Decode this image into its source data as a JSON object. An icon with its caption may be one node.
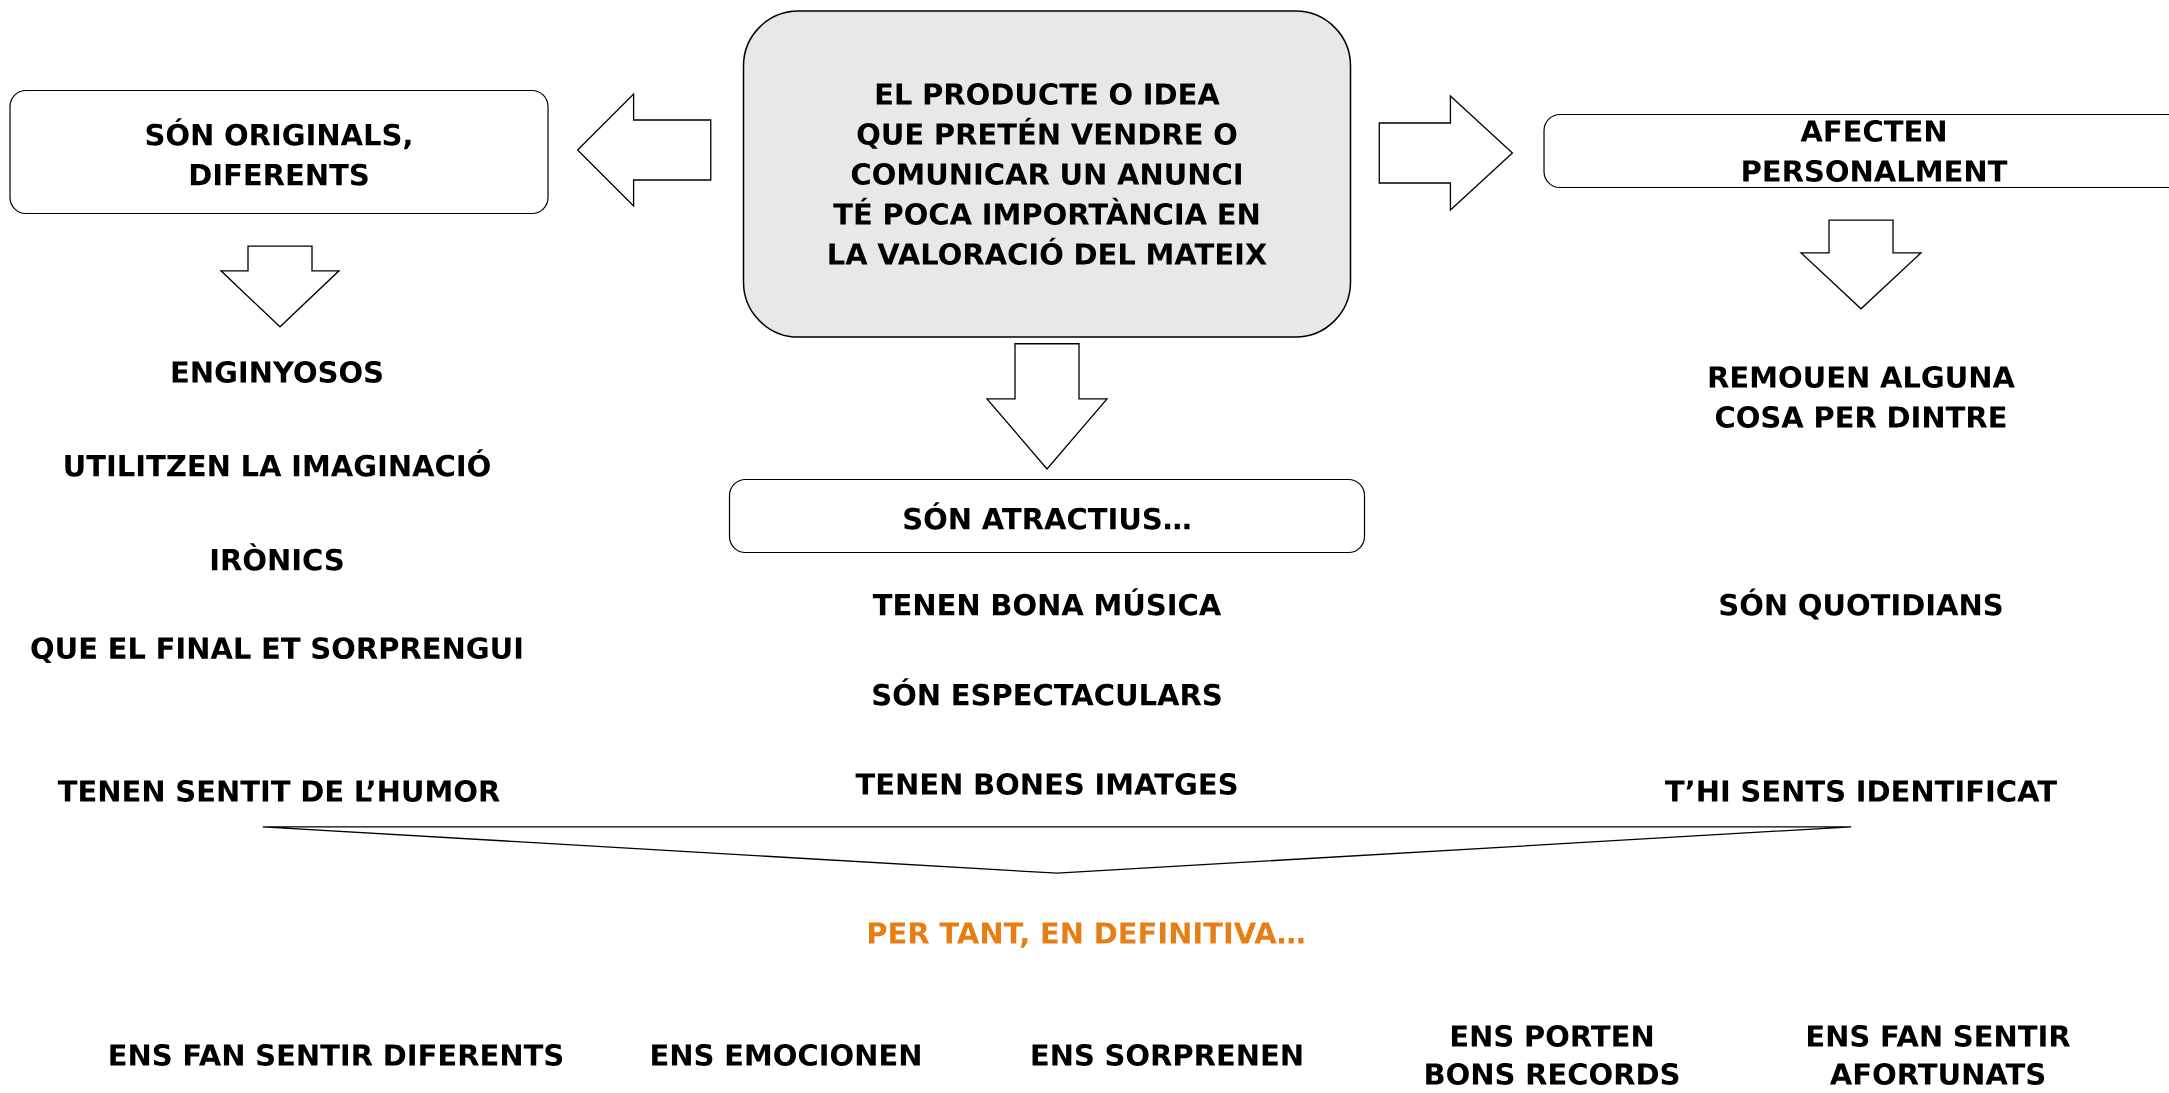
{
  "diagram": {
    "nodes": [
      {
        "text": [
          "EL PRODUCTE O IDEA QUE PRETÉN VENDRE O COMUNICAR UN ANUNCI TÉ POCA IMPORTÀNCIA EN LA VALORACIÓ DEL MATEIX"
        ]
      },
      {
        "text": [
          "SÓN ORIGINALS, DIFERENTS"
        ]
      },
      {
        "text": [
          "AFECTEN PERSONALMENT"
        ]
      },
      {
        "text": [
          "SÓN ATRACTIUS…"
        ]
      },
      {
        "text": [
          "ENGINYOSOS"
        ]
      },
      {
        "text": [
          "REMOUEN ALGUNA COSA PER DINTRE"
        ]
      },
      {
        "text": [],
        "shape": "triangle"
      }
    ],
    "edges": [
      {
        "from": 0,
        "to": 1,
        "arrow": "to"
      },
      {
        "from": 0,
        "to": 2,
        "arrow": "to"
      },
      {
        "from": 0,
        "to": 3,
        "arrow": "to"
      },
      {
        "from": 1,
        "to": 4,
        "arrow": "to"
      },
      {
        "from": 2,
        "to": 5,
        "arrow": "to"
      }
    ],
    "labels": [
      "UTILITZEN LA IMAGINACIÓ",
      "IRÒNICS",
      "TENEN BONA MÚSICA",
      "SÓN QUOTIDIANS",
      "QUE EL FINAL ET SORPRENGUI",
      "SÓN ESPECTACULARS",
      "TENEN SENTIT DE L’HUMOR",
      "TENEN BONES IMATGES",
      "T’HI SENTS IDENTIFICAT",
      "PER TANT, EN DEFINITIVA…",
      "ENS FAN SENTIR DIFERENTS",
      "ENS EMOCIONEN",
      "ENS SORPRENEN",
      "ENS PORTEN BONS RECORDS",
      "ENS FAN SENTIR AFORTUNATS"
    ]
  }
}
